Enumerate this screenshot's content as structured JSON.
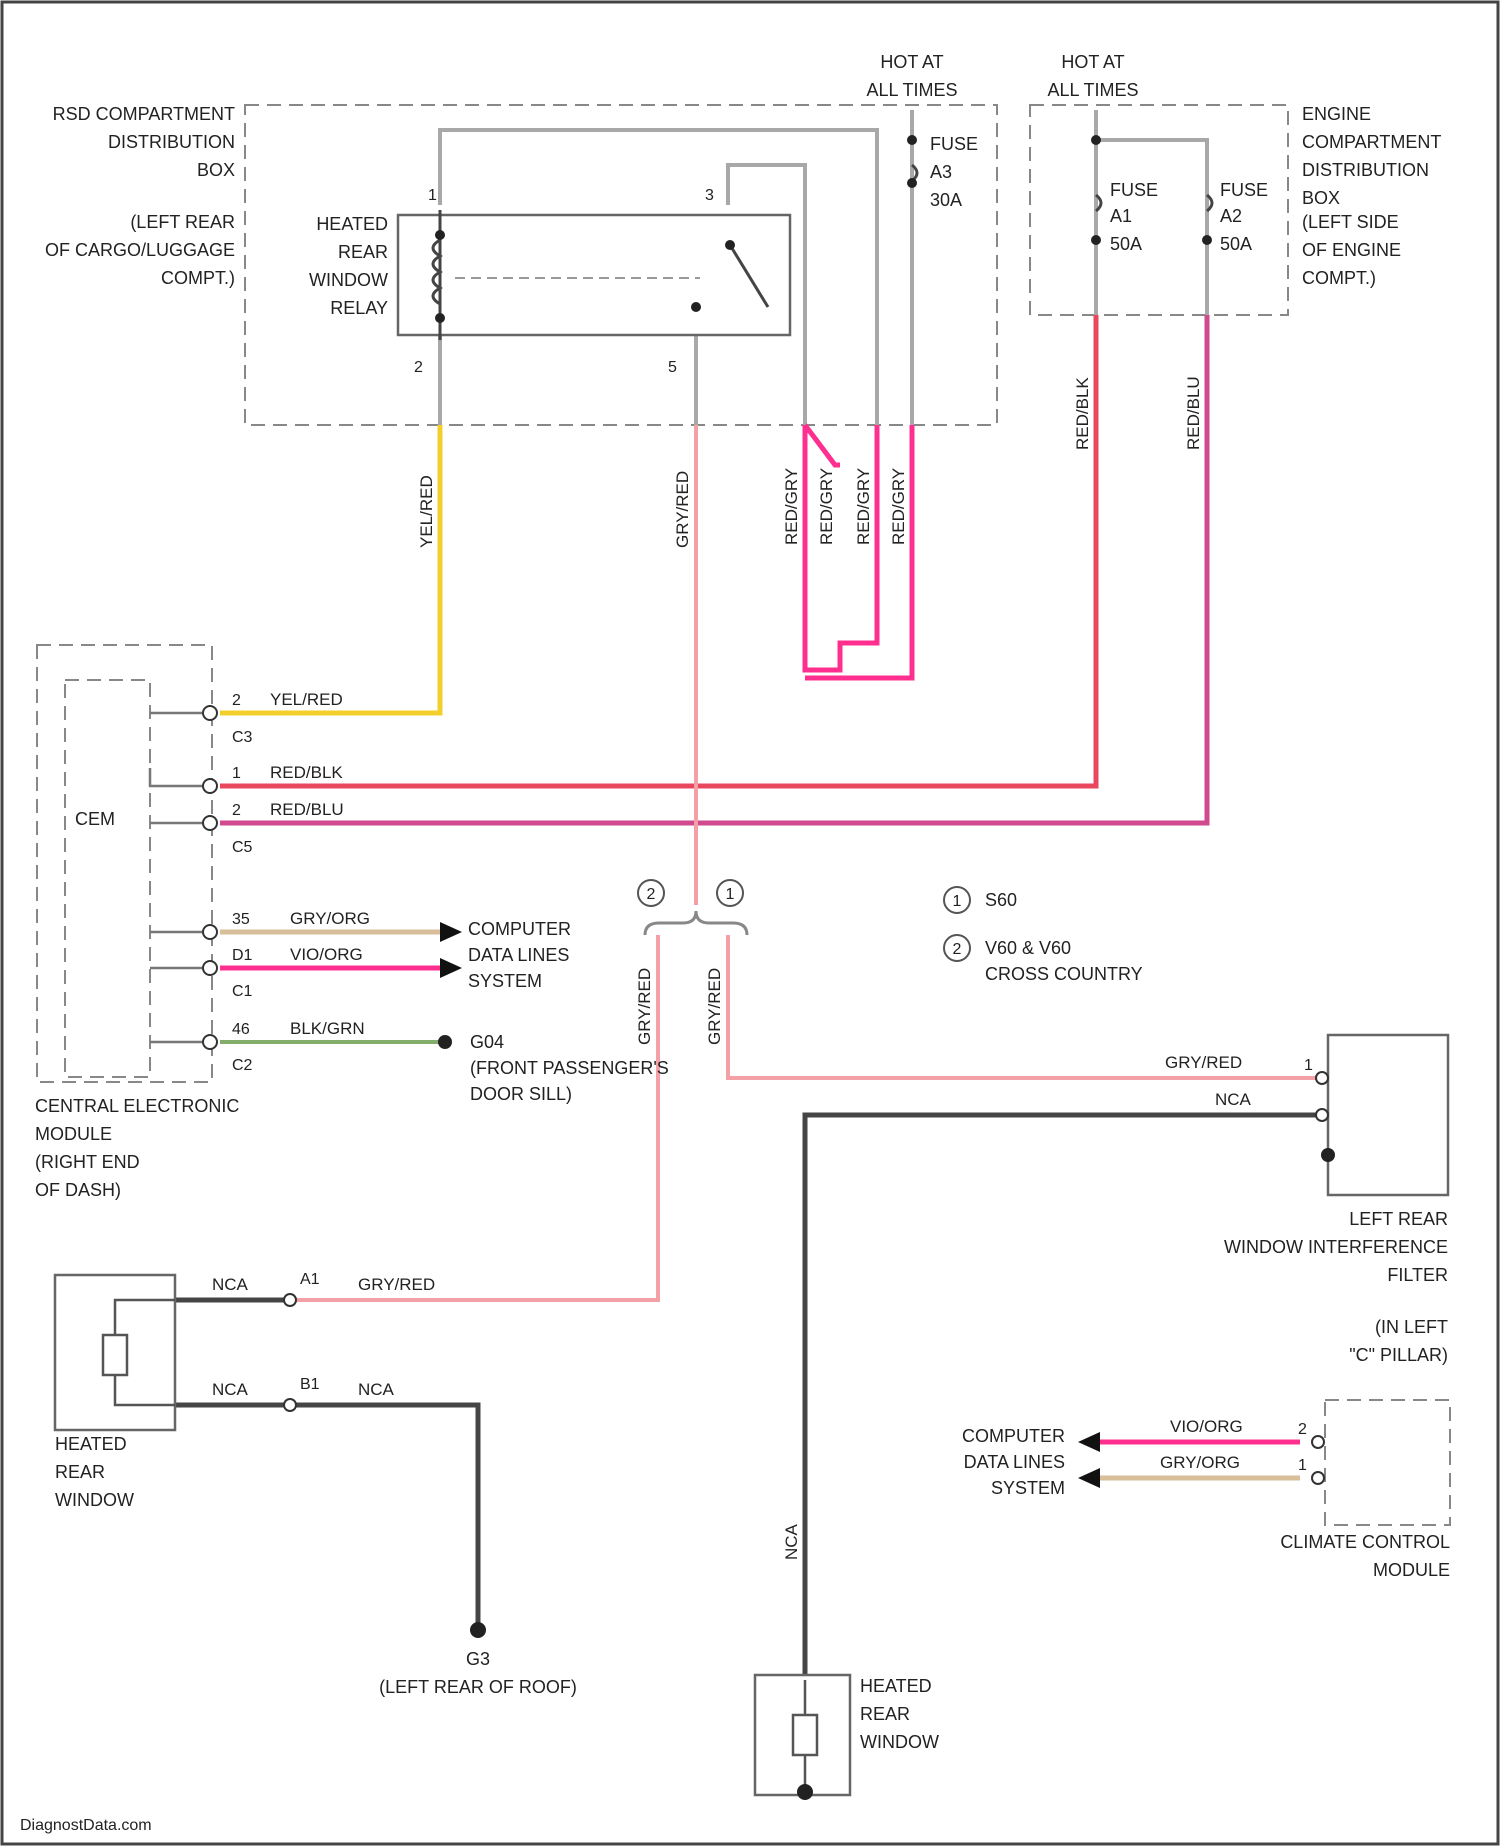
{
  "labels": {
    "rsd_box": [
      "RSD COMPARTMENT",
      "DISTRIBUTION",
      "BOX",
      "(LEFT REAR",
      "OF CARGO/LUGGAGE",
      "COMPT.)"
    ],
    "hot1": [
      "HOT AT",
      "ALL TIMES"
    ],
    "hot2": [
      "HOT AT",
      "ALL TIMES"
    ],
    "engine_box": [
      "ENGINE",
      "COMPARTMENT",
      "DISTRIBUTION",
      "BOX",
      "(LEFT SIDE",
      "OF ENGINE",
      "COMPT.)"
    ],
    "relay": [
      "HEATED",
      "REAR",
      "WINDOW",
      "RELAY"
    ],
    "fuse_a3": [
      "FUSE",
      "A3",
      "30A"
    ],
    "fuse_a1": [
      "FUSE",
      "A1",
      "50A"
    ],
    "fuse_a2": [
      "FUSE",
      "A2",
      "50A"
    ],
    "relay_pins": [
      "1",
      "3",
      "2",
      "5"
    ],
    "cem": "CEM",
    "cem_caption": [
      "CENTRAL ELECTRONIC",
      "MODULE",
      "(RIGHT END",
      "OF DASH)"
    ],
    "cem_pins": [
      "2",
      "1",
      "2",
      "35",
      "D1",
      "46"
    ],
    "cem_connectors": [
      "C3",
      "C5",
      "C1",
      "C2"
    ],
    "computer_data": [
      "COMPUTER",
      "DATA LINES",
      "SYSTEM"
    ],
    "g04": [
      "G04",
      "(FRONT PASSENGER'S",
      "DOOR SILL)"
    ],
    "legend": [
      {
        "num": "1",
        "text": [
          "S60"
        ]
      },
      {
        "num": "2",
        "text": [
          "V60 & V60",
          "CROSS COUNTRY"
        ]
      }
    ],
    "filter": [
      "LEFT REAR",
      "WINDOW INTERFERENCE",
      "FILTER"
    ],
    "filter_loc": [
      "(IN LEFT",
      "\"C\" PILLAR)"
    ],
    "climate": [
      "CLIMATE CONTROL",
      "MODULE"
    ],
    "hrw1": [
      "HEATED",
      "REAR",
      "WINDOW"
    ],
    "hrw2": [
      "HEATED",
      "REAR",
      "WINDOW"
    ],
    "g3": [
      "G3",
      "(LEFT REAR OF ROOF)"
    ],
    "hrw_pins": [
      "A1",
      "B1"
    ],
    "climate_pins": [
      "2",
      "1"
    ],
    "filter_pin": "1",
    "watermark": "DiagnostData.com"
  },
  "wires": {
    "yel_red": "YEL/RED",
    "gry_red": "GRY/RED",
    "red_gry": "RED/GRY",
    "red_blk": "RED/BLK",
    "red_blu": "RED/BLU",
    "gry_org": "GRY/ORG",
    "vio_org": "VIO/ORG",
    "blk_grn": "BLK/GRN",
    "nca": "NCA"
  },
  "colors": {
    "yellow": "#f2cf2a",
    "pink": "#ff2f8f",
    "light_red": "#f3a0a6",
    "red": "#e9475e",
    "magenta": "#d14a8e",
    "tan": "#d9be9a",
    "green": "#84ad6b",
    "dark": "#454545",
    "gray": "#a8a8a8"
  }
}
